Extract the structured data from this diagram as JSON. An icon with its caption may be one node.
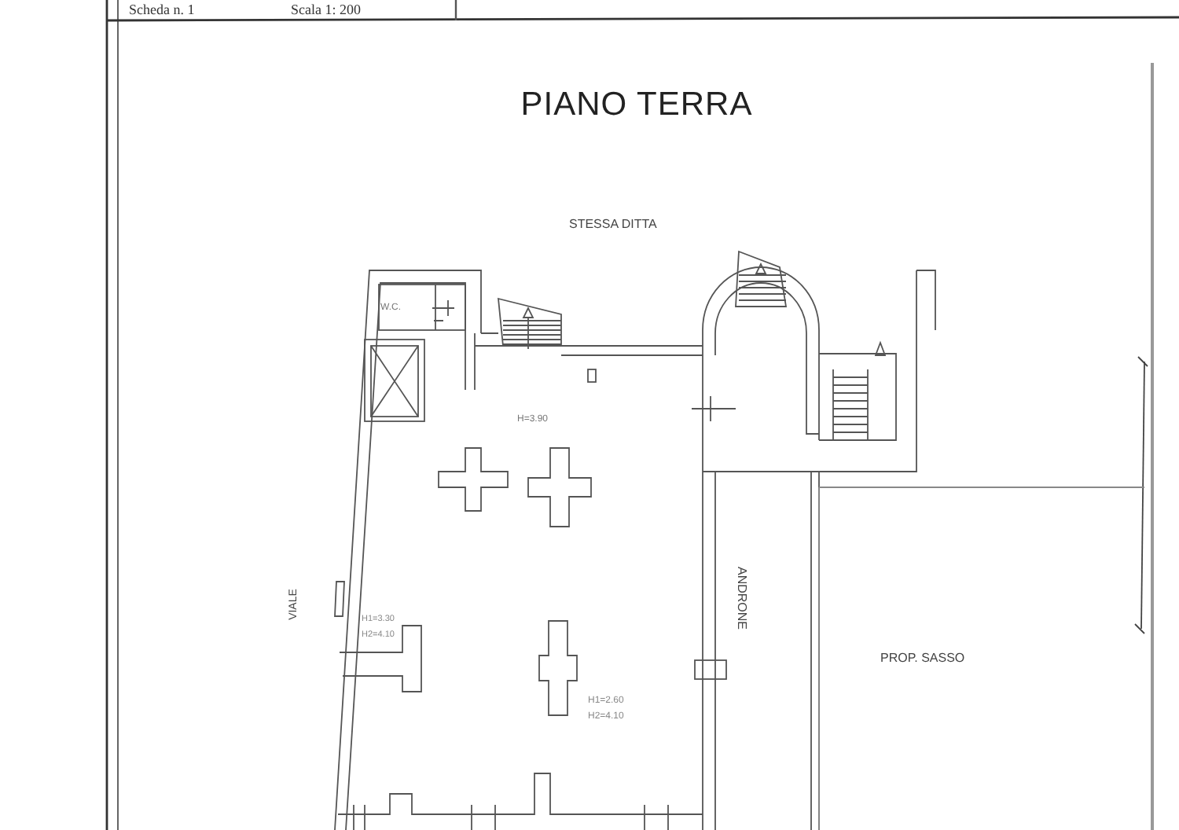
{
  "diagram": {
    "title": "PIANO TERRA",
    "labels": [
      "Scheda n. 1",
      "Scala 1: 200",
      "STESSA DITTA",
      "W.C.",
      "H=3.90",
      "VIALE",
      "H1=3.30",
      "H2=4.10",
      "ANDRONE",
      "H1=2.60",
      "H2=4.10",
      "PROP. SASSO"
    ]
  }
}
